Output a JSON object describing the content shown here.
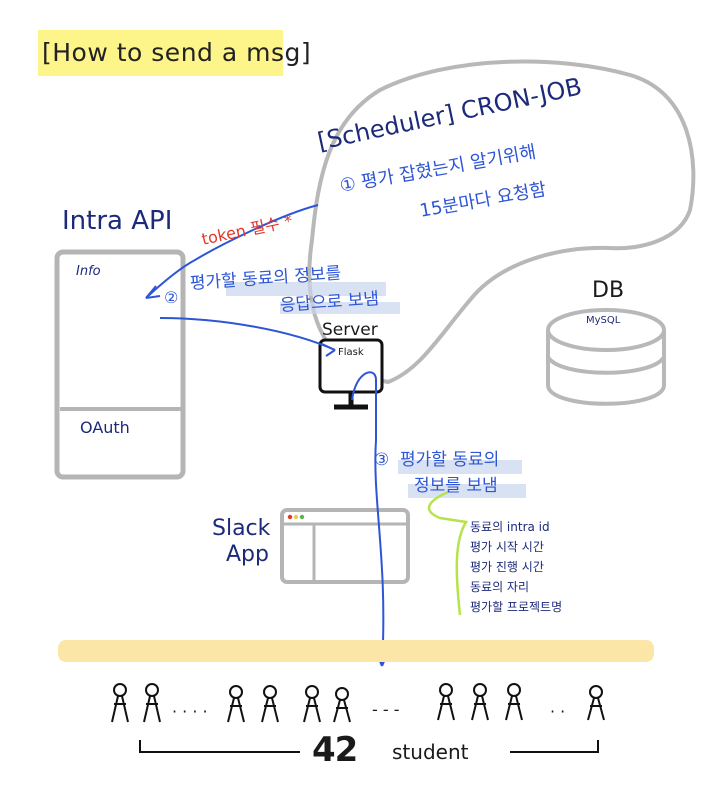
{
  "title": "[How to send a msg]",
  "scheduler": {
    "label": "[Scheduler] CRON-JOB",
    "step1_line1": "① 평가 잡혔는지 알기위해",
    "step1_line2": "15분마다 요청함"
  },
  "token_label": "token 필수 *",
  "intra": {
    "label": "Intra API",
    "info": "Info",
    "oauth": "OAuth"
  },
  "step2": {
    "num": "②",
    "line1": "평가할 동료의 정보를",
    "line2": "응답으로 보냄"
  },
  "server": {
    "label": "Server",
    "inner": "Flask"
  },
  "db": {
    "label": "DB",
    "inner": "MySQL"
  },
  "step3": {
    "num": "③",
    "line1": "평가할 동료의",
    "line2": "정보를 보냄"
  },
  "slack": {
    "line1": "Slack",
    "line2": "App"
  },
  "details": [
    "동료의 intra id",
    "평가 시작 시간",
    "평가 진행 시간",
    "동료의 자리",
    "평가할 프로젝트명"
  ],
  "students": {
    "dots1": "· · · ·",
    "dots2": "- - -",
    "dots3": "· ·",
    "count": "42",
    "label": "student"
  },
  "colors": {
    "navy": "#1d2a7a",
    "blue": "#2d55d6",
    "red": "#e0392b",
    "grey": "#b8b8b8",
    "highlight_yellow": "#fdf58a",
    "band": "#fbe6a8",
    "green": "#b7e34a"
  }
}
